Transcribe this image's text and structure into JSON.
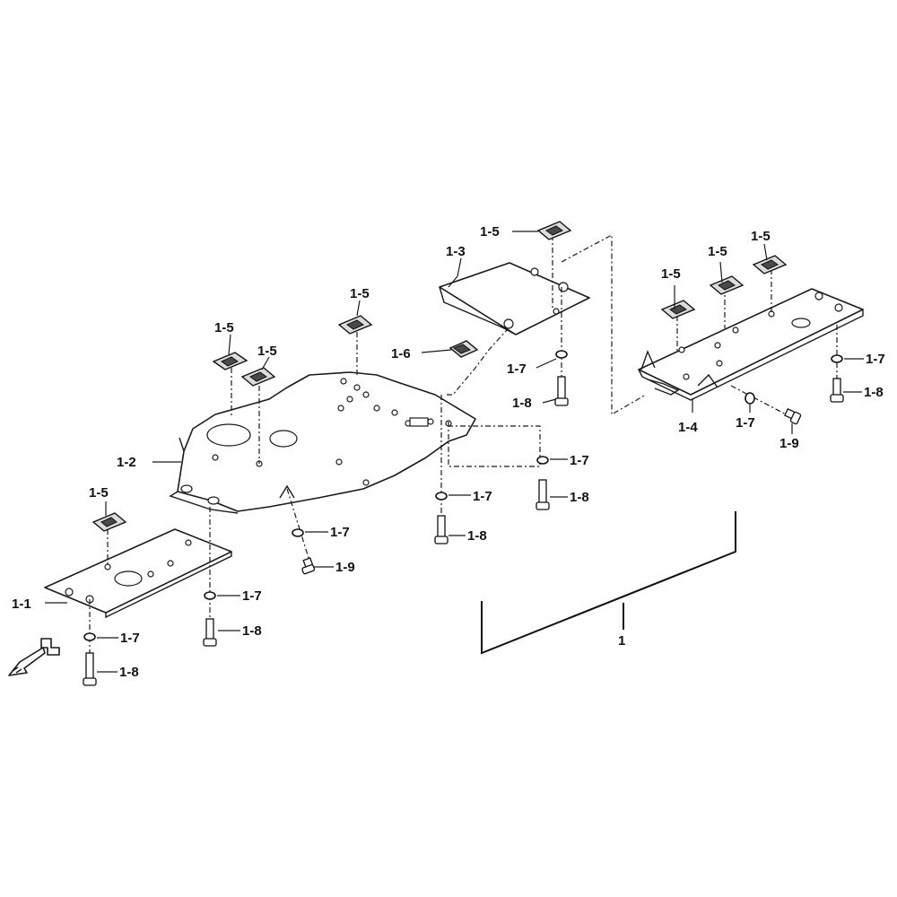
{
  "callouts": {
    "c1": "1",
    "c1_1": "1-1",
    "c1_2": "1-2",
    "c1_3": "1-3",
    "c1_4": "1-4",
    "c1_5": "1-5",
    "c1_6": "1-6",
    "c1_7": "1-7",
    "c1_8": "1-8",
    "c1_9": "1-9"
  }
}
